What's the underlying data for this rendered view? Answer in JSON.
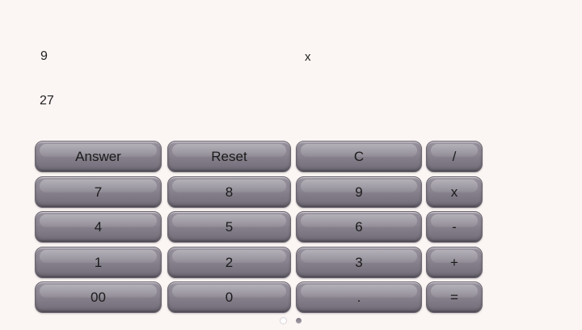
{
  "app": {
    "background_color": "#fbf5f3",
    "button_color": "#8b8691",
    "text_color": "#1b1b1b"
  },
  "display": {
    "operand_1": "9",
    "operator": "x",
    "result": "27"
  },
  "keypad": {
    "buttons": [
      {
        "id": "answer",
        "label": "Answer"
      },
      {
        "id": "reset",
        "label": "Reset"
      },
      {
        "id": "clear",
        "label": "C"
      },
      {
        "id": "divide",
        "label": "/"
      },
      {
        "id": "digit-7",
        "label": "7"
      },
      {
        "id": "digit-8",
        "label": "8"
      },
      {
        "id": "digit-9",
        "label": "9"
      },
      {
        "id": "multiply",
        "label": "x"
      },
      {
        "id": "digit-4",
        "label": "4"
      },
      {
        "id": "digit-5",
        "label": "5"
      },
      {
        "id": "digit-6",
        "label": "6"
      },
      {
        "id": "subtract",
        "label": "-"
      },
      {
        "id": "digit-1",
        "label": "1"
      },
      {
        "id": "digit-2",
        "label": "2"
      },
      {
        "id": "digit-3",
        "label": "3"
      },
      {
        "id": "add",
        "label": "+"
      },
      {
        "id": "double-zero",
        "label": "00"
      },
      {
        "id": "digit-0",
        "label": "0"
      },
      {
        "id": "decimal",
        "label": "."
      },
      {
        "id": "equals",
        "label": "="
      }
    ]
  },
  "page_indicator": {
    "dots": [
      {
        "state": "empty"
      },
      {
        "state": "filled"
      }
    ]
  }
}
